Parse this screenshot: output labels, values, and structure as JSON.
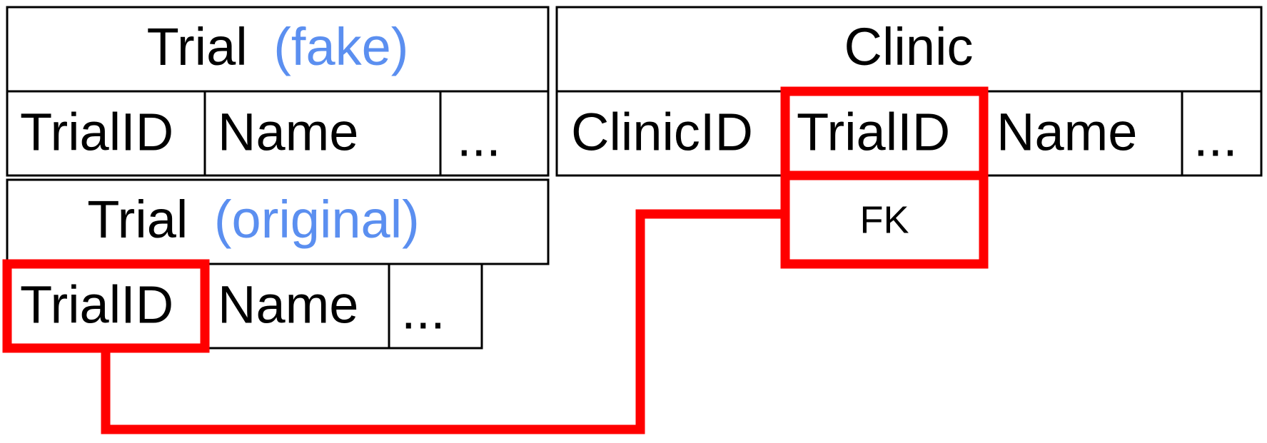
{
  "diagram": {
    "kind": "entity-relationship-foreign-key-diagram",
    "accent_color": "#ff0000",
    "note_color": "#5b8ff0",
    "line_color": "#000000",
    "background_color": "#ffffff"
  },
  "tables": {
    "trial_fake": {
      "title_main": "Trial",
      "title_note": "(fake)",
      "columns": [
        "TrialID",
        "Name",
        "..."
      ]
    },
    "trial_original": {
      "title_main": "Trial",
      "title_note": "(original)",
      "columns": [
        "TrialID",
        "Name",
        "..."
      ]
    },
    "clinic": {
      "title_main": "Clinic",
      "title_note": "",
      "columns": [
        "ClinicID",
        "TrialID",
        "Name",
        "..."
      ]
    }
  },
  "annotations": {
    "fk_label": "FK",
    "highlighted_clinic_column": "TrialID",
    "highlighted_trial_column": "TrialID"
  }
}
